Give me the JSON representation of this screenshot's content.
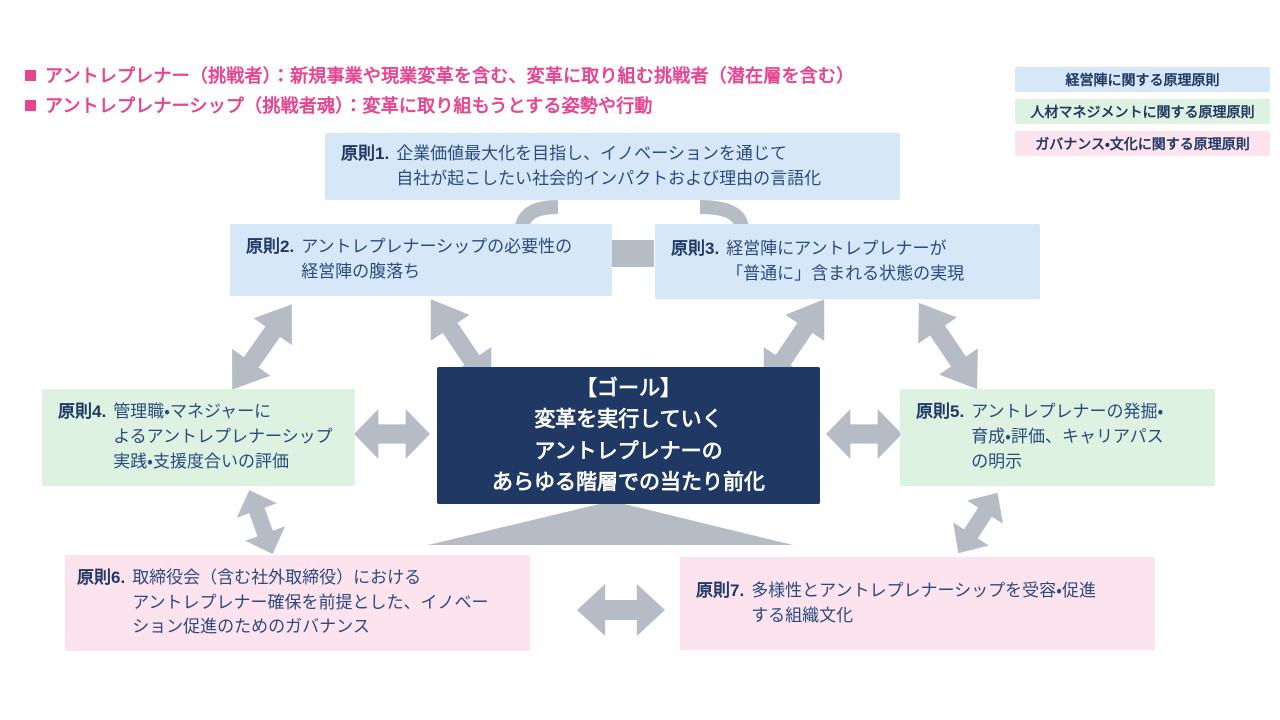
{
  "header": {
    "bullets": [
      "アントレプレナー（挑戦者）：新規事業や現業変革を含む、変革に取り組む挑戦者（潜在層を含む）",
      "アントレプレナーシップ（挑戦者魂）：変革に取り組もうとする姿勢や行動"
    ]
  },
  "legend": {
    "items": [
      {
        "label": "経営陣に関する原理原則",
        "category": "management"
      },
      {
        "label": "人材マネジメントに関する原理原則",
        "category": "talent"
      },
      {
        "label": "ガバナンス・文化に関する原理原則",
        "category": "governance"
      }
    ]
  },
  "goal": {
    "text": "【ゴール】\n変革を実行していく\nアントレプレナーの\nあらゆる階層での当たり前化"
  },
  "principles": [
    {
      "label": "原則1.",
      "text": "企業価値最大化を目指し、イノベーションを通じて\n自社が起こしたい社会的インパクトおよび理由の言語化",
      "category": "management"
    },
    {
      "label": "原則2.",
      "text": "アントレプレナーシップの必要性の\n経営陣の腹落ち",
      "category": "management"
    },
    {
      "label": "原則3.",
      "text": "経営陣にアントレプレナーが\n「普通に」含まれる状態の実現",
      "category": "management"
    },
    {
      "label": "原則4.",
      "text": "管理職・マネジャーに\nよるアントレプレナーシップ\n実践・支援度合いの評価",
      "category": "talent"
    },
    {
      "label": "原則5.",
      "text": "アントレプレナーの発掘・\n育成・評価、キャリアパス\nの明示",
      "category": "talent"
    },
    {
      "label": "原則6.",
      "text": "取締役会（含む社外取締役）における\nアントレプレナー確保を前提とした、イノベー\nション促進のためのガバナンス",
      "category": "governance"
    },
    {
      "label": "原則7.",
      "text": "多様性とアントレプレナーシップを受容・促進\nする組織文化",
      "category": "governance"
    }
  ],
  "colors": {
    "management": "#d6e8f7",
    "talent": "#ddf2e1",
    "governance": "#fce3ee",
    "goal": "#1f3864",
    "goal_text": "#ffffff",
    "navy_text": "#1f3864",
    "body_text": "#2b4a7e",
    "accent_pink": "#e84590",
    "arrow_gray": "#b6bcc5",
    "background": "#ffffff"
  }
}
